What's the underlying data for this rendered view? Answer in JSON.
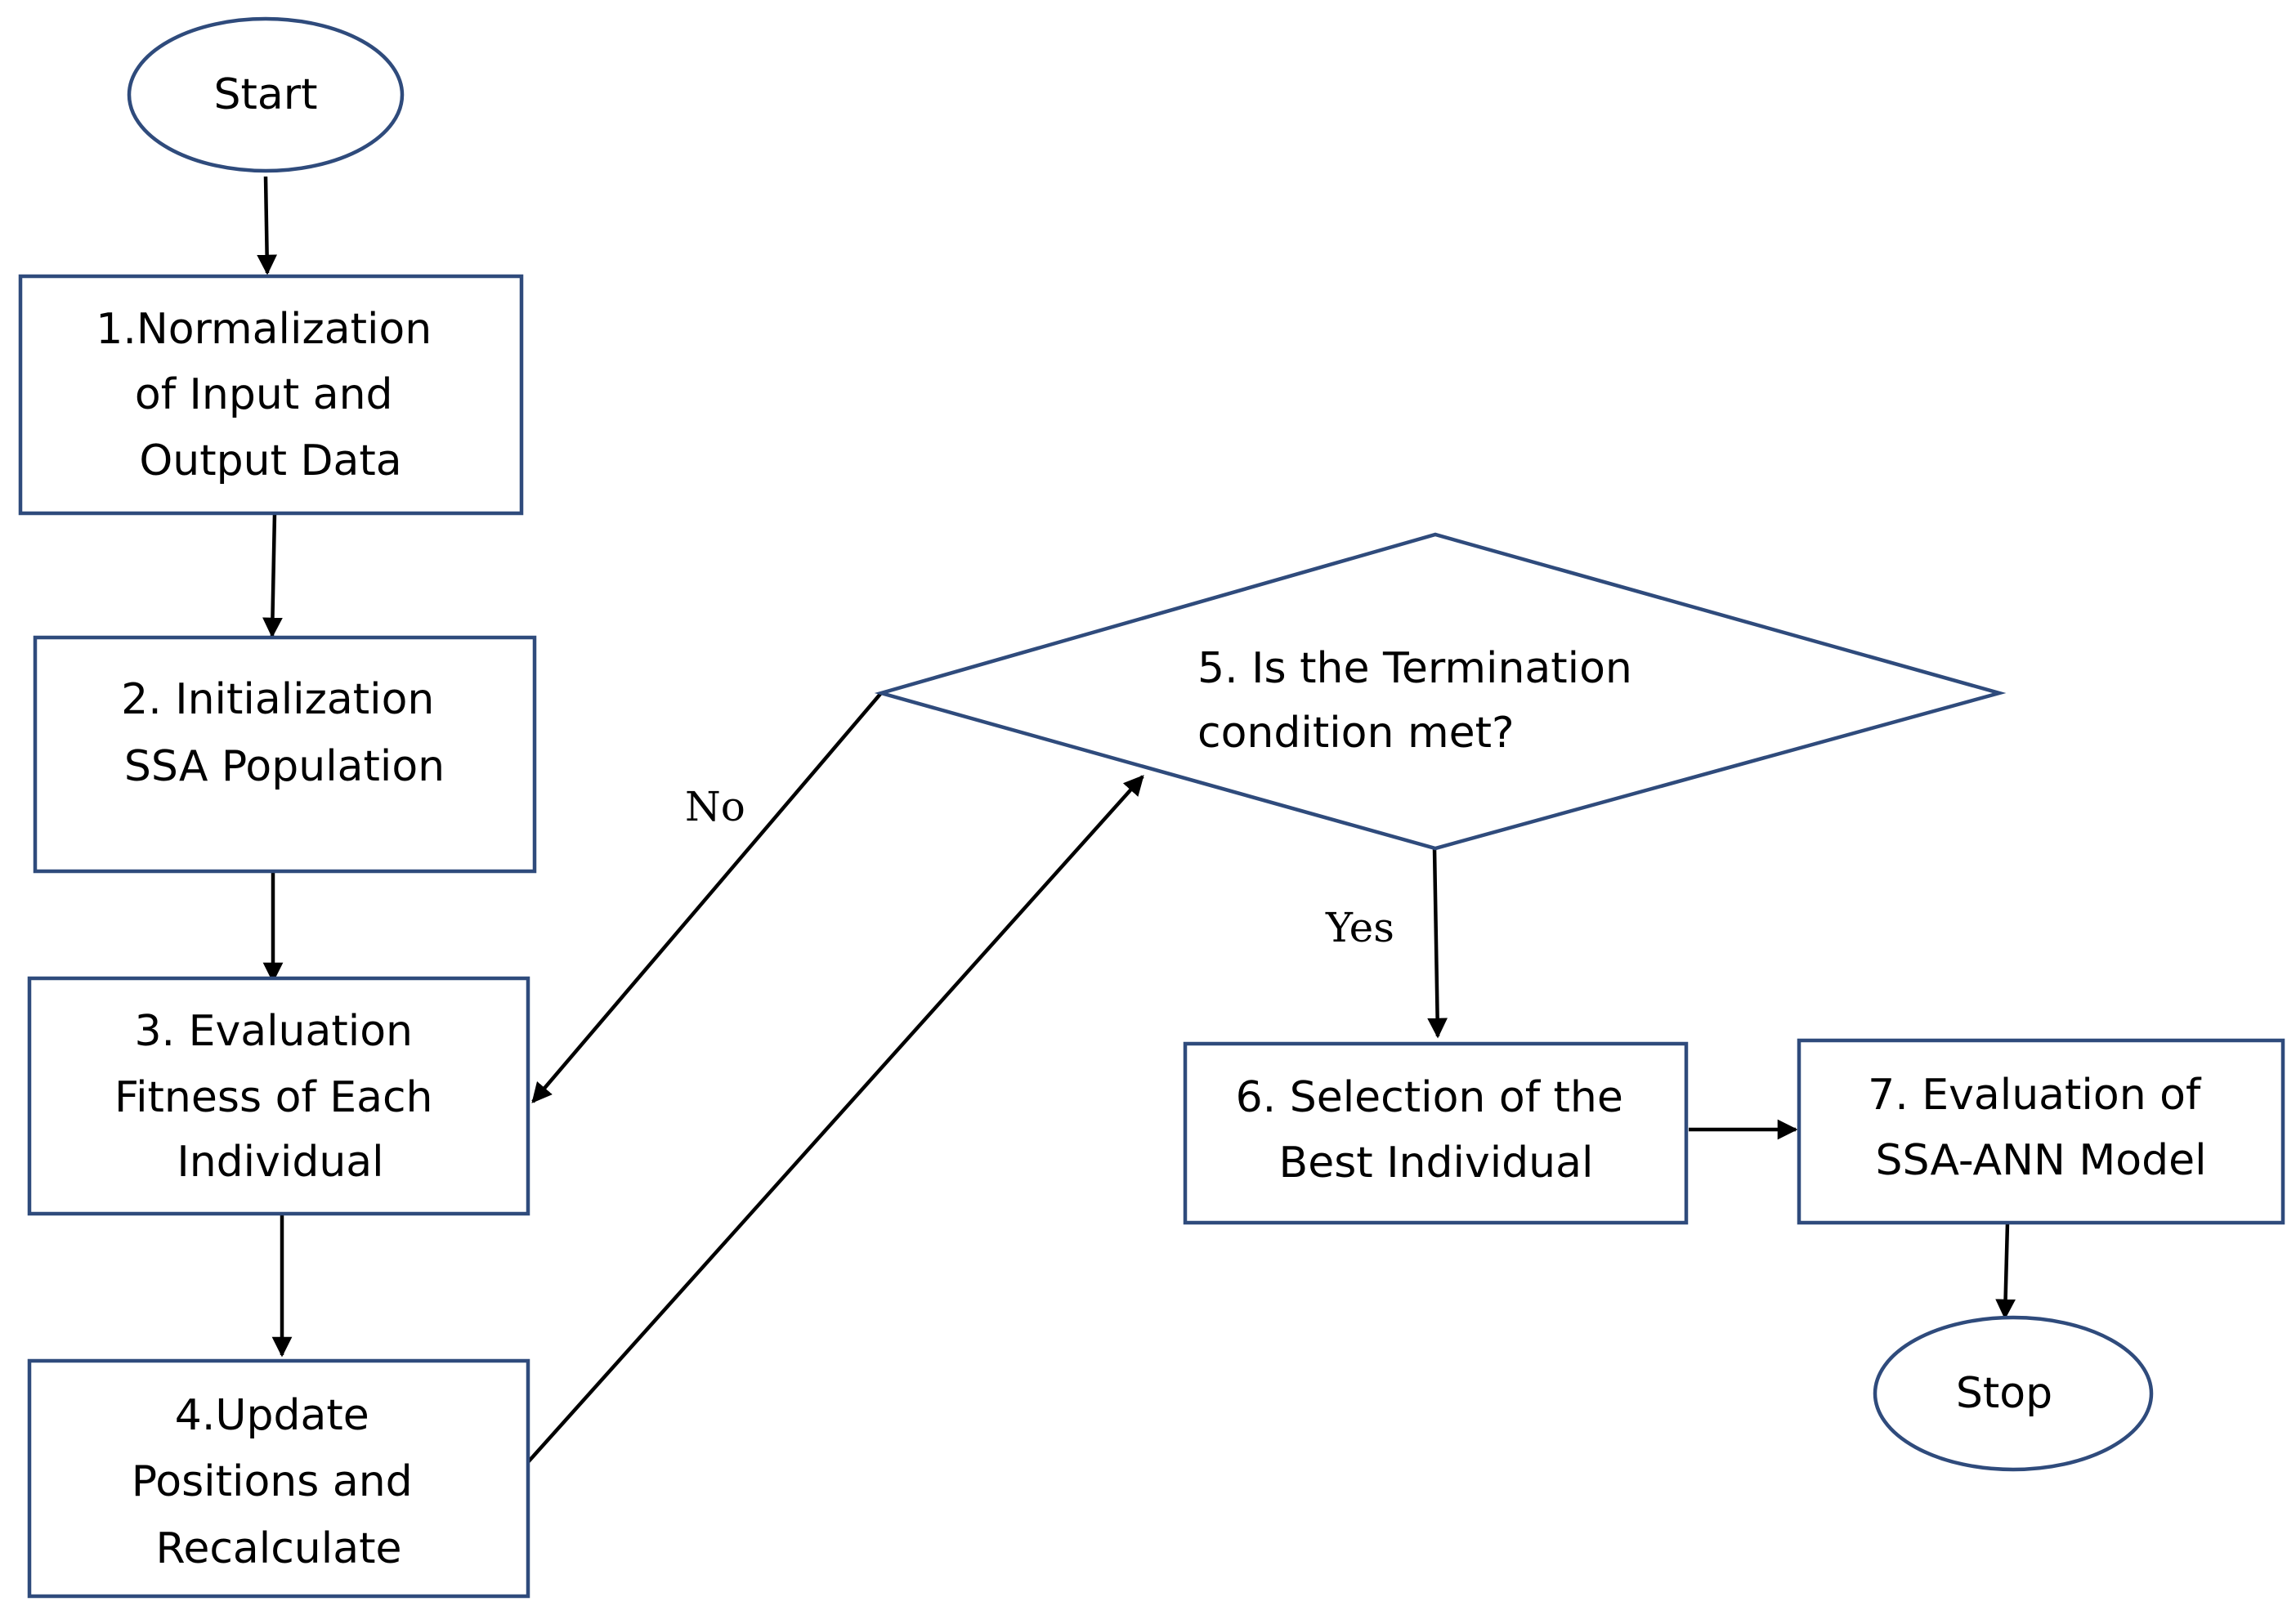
{
  "nodes": {
    "start": {
      "label": "Start"
    },
    "step1": {
      "lines": [
        "1.Normalization",
        "of Input and",
        "Output Data"
      ]
    },
    "step2": {
      "lines": [
        "2. Initialization",
        "SSA Population"
      ]
    },
    "step3": {
      "lines": [
        "3. Evaluation",
        "Fitness of Each",
        "Individual"
      ]
    },
    "step4": {
      "lines": [
        "4.Update",
        "Positions and",
        "Recalculate"
      ]
    },
    "step5": {
      "lines": [
        "5. Is the Termination",
        "condition met?"
      ]
    },
    "step6": {
      "lines": [
        "6. Selection of the",
        "Best Individual"
      ]
    },
    "step7": {
      "lines": [
        "7. Evaluation of",
        "SSA-ANN Model"
      ]
    },
    "stop": {
      "label": "Stop"
    }
  },
  "edge_labels": {
    "no": "No",
    "yes": "Yes"
  },
  "colors": {
    "node_border": "#2f4b7c",
    "arrow": "#000000",
    "background": "#ffffff"
  }
}
